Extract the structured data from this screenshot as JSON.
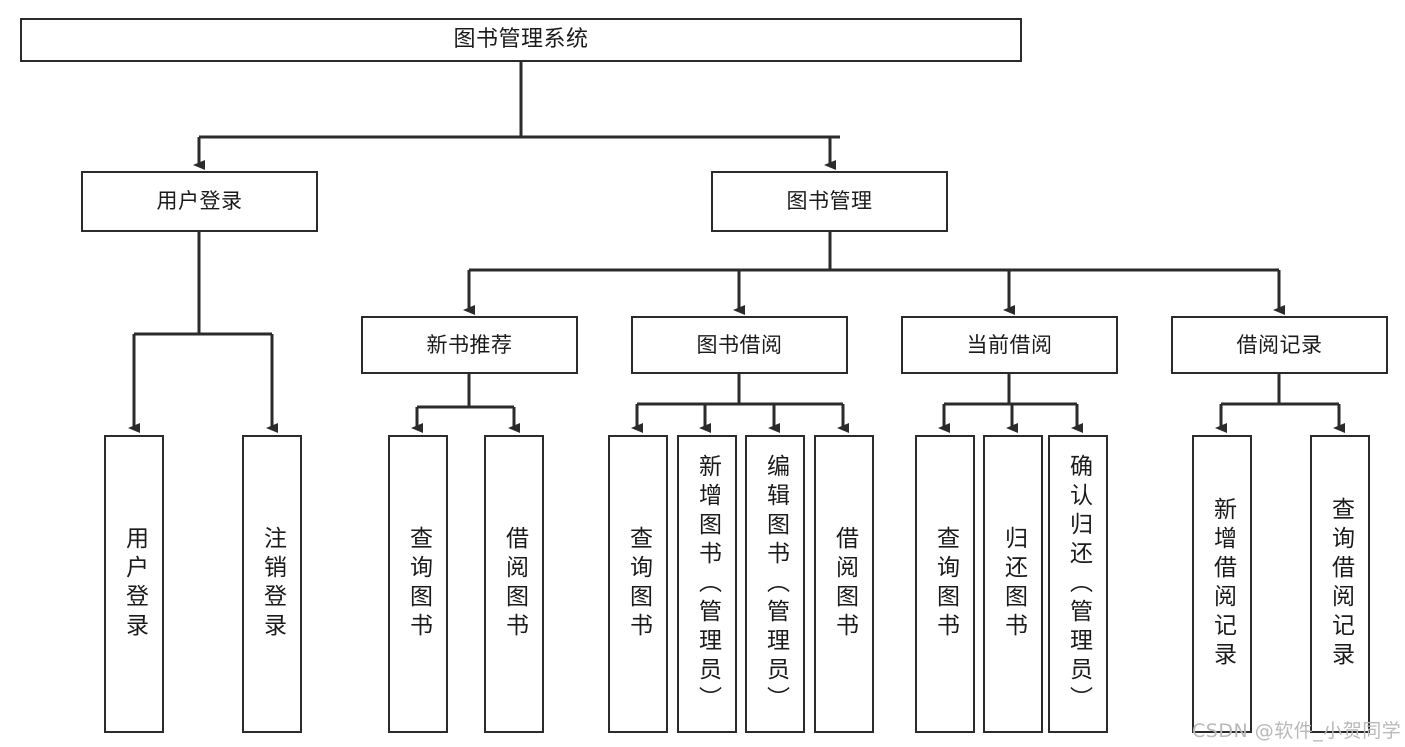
{
  "diagram": {
    "title": "图书管理系统",
    "type": "tree-hierarchy-chart",
    "colors": {
      "box_border": "#2b2b2b",
      "box_fill": "#ffffff",
      "edge": "#2b2b2b",
      "text": "#1b1b1b",
      "watermark": "#b9b9b9",
      "background": "#ffffff"
    },
    "root": {
      "label": "图书管理系统"
    },
    "level2": [
      {
        "id": "user-login",
        "label": "用户登录"
      },
      {
        "id": "book-manage",
        "label": "图书管理"
      }
    ],
    "level3": [
      {
        "id": "new-book-recommend",
        "label": "新书推荐",
        "parent": "book-manage"
      },
      {
        "id": "book-borrow",
        "label": "图书借阅",
        "parent": "book-manage"
      },
      {
        "id": "current-borrow",
        "label": "当前借阅",
        "parent": "book-manage"
      },
      {
        "id": "borrow-record",
        "label": "借阅记录",
        "parent": "book-manage"
      }
    ],
    "leaves": [
      {
        "id": "leaf-user-login",
        "label": "用户登录",
        "parent": "user-login"
      },
      {
        "id": "leaf-logout-login",
        "label": "注销登录",
        "parent": "user-login"
      },
      {
        "id": "leaf-query-book-1",
        "label": "查询图书",
        "parent": "new-book-recommend"
      },
      {
        "id": "leaf-borrow-book-1",
        "label": "借阅图书",
        "parent": "new-book-recommend"
      },
      {
        "id": "leaf-query-book-2",
        "label": "查询图书",
        "parent": "book-borrow"
      },
      {
        "id": "leaf-add-book",
        "label": "新增图书（管理员）",
        "parent": "book-borrow"
      },
      {
        "id": "leaf-edit-book",
        "label": "编辑图书（管理员）",
        "parent": "book-borrow"
      },
      {
        "id": "leaf-borrow-book-2",
        "label": "借阅图书",
        "parent": "book-borrow"
      },
      {
        "id": "leaf-query-book-3",
        "label": "查询图书",
        "parent": "current-borrow"
      },
      {
        "id": "leaf-return-book",
        "label": "归还图书",
        "parent": "current-borrow"
      },
      {
        "id": "leaf-confirm-return",
        "label": "确认归还（管理员）",
        "parent": "current-borrow"
      },
      {
        "id": "leaf-add-record",
        "label": "新增借阅记录",
        "parent": "borrow-record"
      },
      {
        "id": "leaf-query-record",
        "label": "查询借阅记录",
        "parent": "borrow-record"
      }
    ],
    "watermark": "CSDN @软件_小贺同学"
  }
}
